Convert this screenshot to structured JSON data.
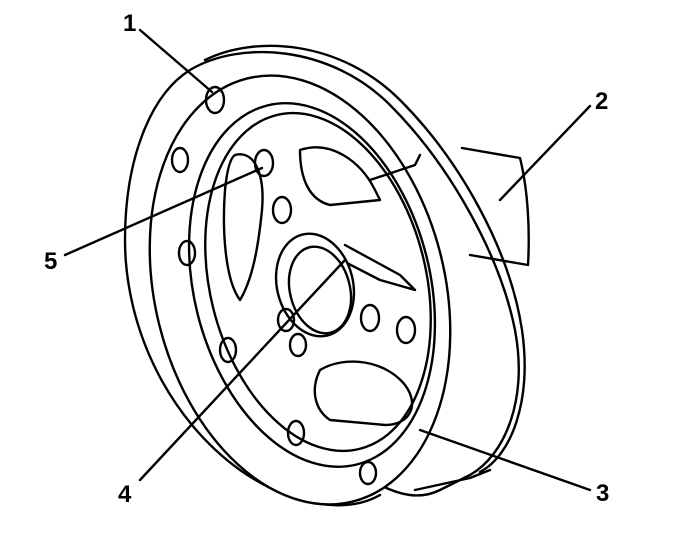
{
  "colors": {
    "line": "#000000",
    "fill": "#ffffff",
    "shade": "#f2f2f2"
  },
  "callouts": [
    {
      "id": "1",
      "label": "1"
    },
    {
      "id": "2",
      "label": "2"
    },
    {
      "id": "3",
      "label": "3"
    },
    {
      "id": "4",
      "label": "4"
    },
    {
      "id": "5",
      "label": "5"
    }
  ]
}
